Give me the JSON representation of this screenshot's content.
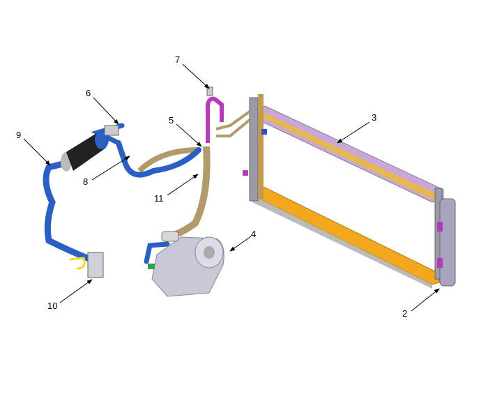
{
  "diagram": {
    "callouts": [
      {
        "id": "7",
        "label": "7"
      },
      {
        "id": "6",
        "label": "6"
      },
      {
        "id": "5",
        "label": "5"
      },
      {
        "id": "3",
        "label": "3"
      },
      {
        "id": "9",
        "label": "9"
      },
      {
        "id": "8",
        "label": "8"
      },
      {
        "id": "11",
        "label": "11"
      },
      {
        "id": "4",
        "label": "4"
      },
      {
        "id": "10",
        "label": "10"
      },
      {
        "id": "2",
        "label": "2"
      }
    ],
    "colors": {
      "hose_blue": "#2a5fc4",
      "hose_tan": "#b29a6a",
      "pipe_magenta": "#b43cb8",
      "condenser_orange": "#f2a81c",
      "condenser_gray": "#b8b8c0",
      "compressor": "#c8c8d8"
    }
  }
}
